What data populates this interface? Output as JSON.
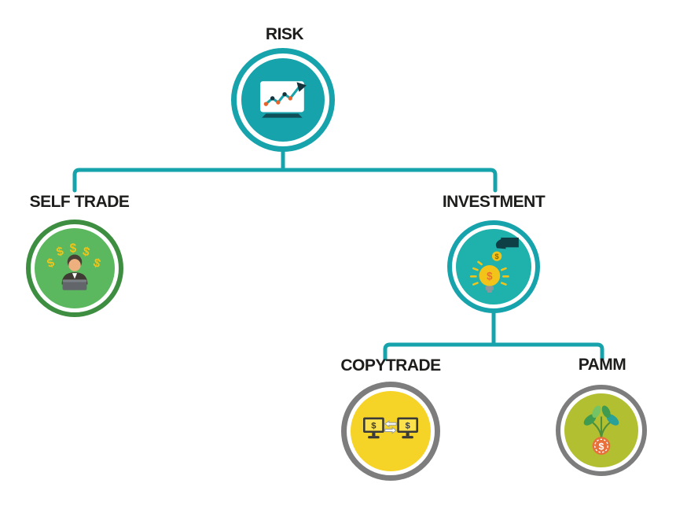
{
  "colors": {
    "teal": "#17a3ac",
    "teal-fill": "#1fb1ab",
    "green-ring": "#3e8e41",
    "green-fill": "#5cb85f",
    "gray-ring": "#7d7d7d",
    "yellow-fill": "#f6d327",
    "olive-fill": "#b2bf31",
    "label": "#1d1d1b"
  },
  "icons": {
    "dollar": "$",
    "risk": "growth-chart-laptop-icon",
    "self_trade": "trader-at-laptop-icon",
    "investment": "hand-coin-lightbulb-icon",
    "copytrade": "monitors-exchange-icon",
    "pamm": "money-plant-icon"
  },
  "diagram": {
    "type": "tree",
    "root": {
      "label": "RISK"
    },
    "level1": [
      {
        "label": "SELF TRADE"
      },
      {
        "label": "INVESTMENT"
      }
    ],
    "level2": [
      {
        "label": "COPYTRADE"
      },
      {
        "label": "PAMM"
      }
    ]
  }
}
